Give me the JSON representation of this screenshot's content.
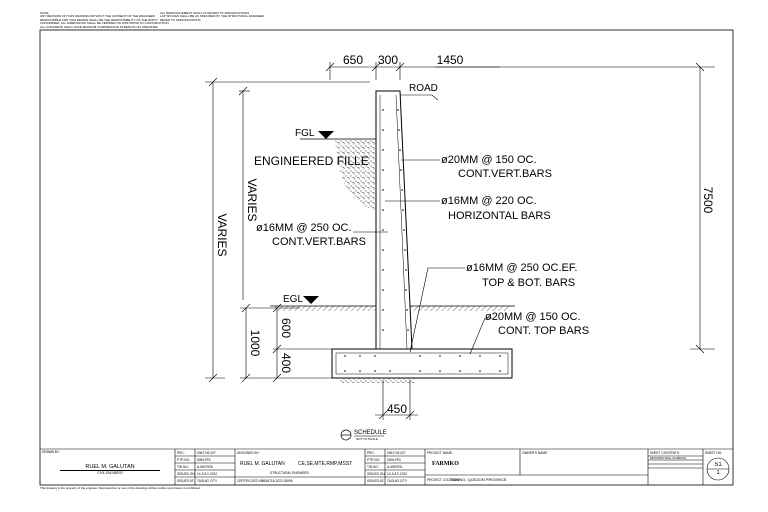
{
  "notes": {
    "lines": [
      "NOTE:",
      "ANY REVISION ON THIS DRAWING WITHOUT THE CONSENT OF THE ENGINEER",
      "RESPONSIBLE FOR THIS DESIGN SHALL BE THE RESPONSIBILITY OF THE PARTY",
      "CONCERNED. ALL DIMENSIONS SHALL BE VERIFIED ON SITE PRIOR TO CONSTRUCTION",
      "ALL CONCRETE SHALL HAVE MINIMUM COMPRESSIVE STRENGTH AS SPECIFIED"
    ],
    "right_lines": [
      "ALL REINFORCEMENT SHALL CONFORM TO SPECIFICATIONS",
      "LAP SPLICES SHALL BE AS SPECIFIED BY THE STRUCTURAL ENGINEER",
      "REFER TO SPECIFICATIONS"
    ]
  },
  "drawing": {
    "dims_top": [
      "650",
      "300",
      "1450"
    ],
    "dim_right": "7500",
    "dim_varies_outer": "VARIES",
    "dim_varies_inner": "VARIES",
    "dim_1000": "1000",
    "dim_600": "600",
    "dim_400": "400",
    "dim_bottom": "450",
    "road": "ROAD",
    "fgl": "FGL",
    "egl": "EGL",
    "engineered_fill": "ENGINEERED FILLE",
    "callouts": {
      "c1_line1": "ø20MM @ 150 OC.",
      "c1_line2": "CONT.VERT.BARS",
      "c2_line1": "ø16MM @ 220 OC.",
      "c2_line2": "HORIZONTAL BARS",
      "c3_line1": "ø16MM @ 250 OC.",
      "c3_line2": "CONT.VERT.BARS",
      "c4_line1": "ø16MM @ 250 OC.EF.",
      "c4_line2": "TOP & BOT. BARS",
      "c5_line1": "ø20MM @ 150 OC.",
      "c5_line2": "CONT. TOP BARS"
    },
    "schedule_label": "SCHEDULE",
    "schedule_sub": "NOT TO SCALE"
  },
  "title_block": {
    "drawn_by_label": "DRAWN BY:",
    "drawn_by_name": "RUEL M. GALUTAN",
    "drawn_by_title": "CIVIL ENGINEER",
    "prc_label": "PRC:",
    "prc_value": "0061742-027",
    "ptr_label": "PTR NO:",
    "ptr_value": "8390-PRL",
    "tin_label": "TIN NO:",
    "tin_value": "A-5607936",
    "issued_on_label": "ISSUED ON:",
    "issued_on_value": "14-JULY-2022",
    "issued_at_label": "ISSUED AT:",
    "issued_at_value": "TAGUIG CITY",
    "designed_by_label": "DESIGNED BY:",
    "designed_by_name": "RUEL M. GALUTAN",
    "designed_by_creds": "CE,SE,MTE,RMP,MSST",
    "designed_by_title": "STRUCTURAL ENGINEER",
    "cert_label": "CERTIFICATE NO:",
    "cert_value": "0158718-2022-00896",
    "prc2_label": "PRC:",
    "prc2_value": "0061742-027",
    "ptr2_label": "PTR NO:",
    "ptr2_value": "0006-PRL",
    "tin2_label": "TIN NO:",
    "tin2_value": "A-5087931",
    "issued_on2_label": "ISSUED ON:",
    "issued_on2_value": "14-JULY-2022",
    "issued_at2_label": "ISSUED AT:",
    "issued_at2_value": "TAGUIG CITY",
    "project_name_label": "PROJECT NAME:",
    "project_name": "FARMKO",
    "project_location_label": "PROJECT LOCATION:",
    "project_location": "TIAONG, QUEZON PROVINCE",
    "owner_label": "OWNER'S NAME:",
    "sheet_contents_label": "SHEET CONTENTS:",
    "sheet_contents_value": "RETAINING WALL SCHEDULE",
    "sheet_no_label": "SHEET NO:",
    "sheet_no": "S1",
    "sheet_total": "1"
  },
  "footer": "This drawing is the property of the engineer. Reproduction or use of the drawings without written permission is prohibited."
}
